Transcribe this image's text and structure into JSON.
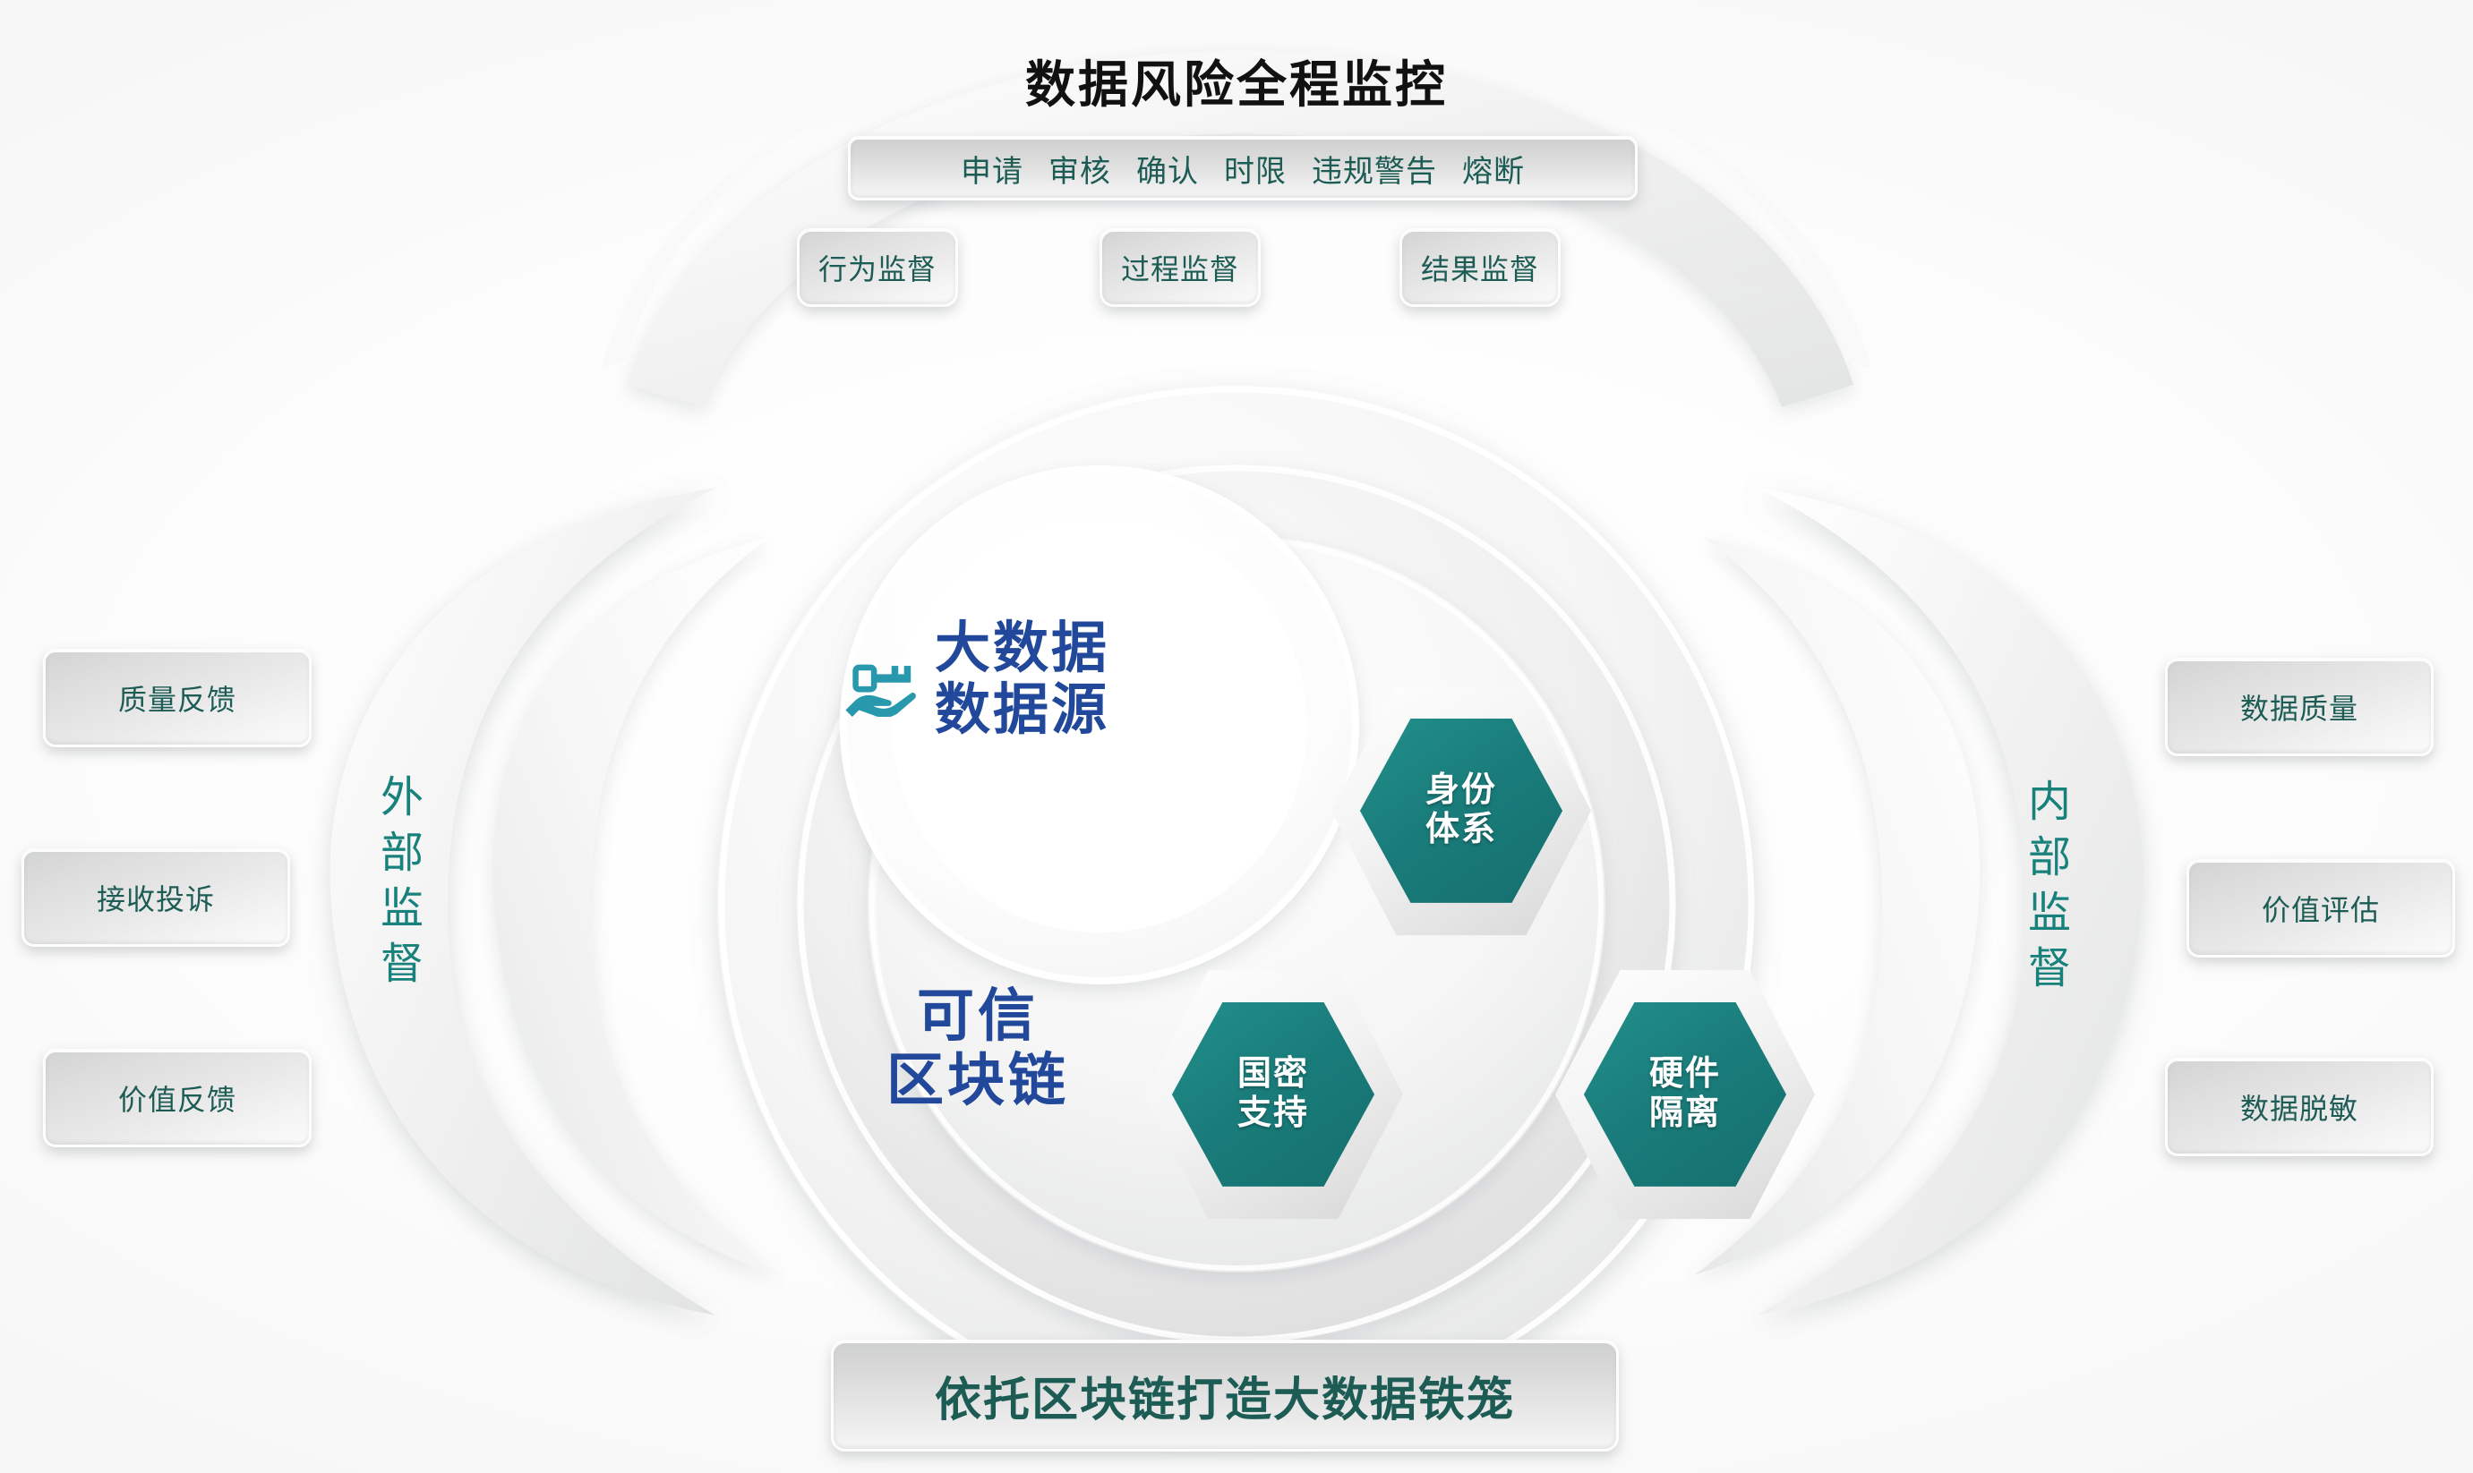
{
  "title": "数据风险全程监控",
  "tag_bar": {
    "tags": [
      "申请",
      "审核",
      "确认",
      "时限",
      "违规警告",
      "熔断"
    ]
  },
  "monitor_boxes": [
    {
      "label": "行为监督"
    },
    {
      "label": "过程监督"
    },
    {
      "label": "结果监督"
    }
  ],
  "left_side": {
    "vertical_label": "外部监督",
    "plates": [
      {
        "label": "质量反馈"
      },
      {
        "label": "接收投诉"
      },
      {
        "label": "价值反馈"
      }
    ]
  },
  "right_side": {
    "vertical_label": "内部监督",
    "plates": [
      {
        "label": "数据质量"
      },
      {
        "label": "价值评估"
      },
      {
        "label": "数据脱敏"
      }
    ]
  },
  "center": {
    "icon": "hand-holding-key-icon",
    "top_line_1": "大数据",
    "top_line_2": "数据源",
    "bottom_line_1": "可信",
    "bottom_line_2": "区块链"
  },
  "hexagons": [
    {
      "line1": "身份",
      "line2": "体系"
    },
    {
      "line1": "国密",
      "line2": "支持"
    },
    {
      "line1": "硬件",
      "line2": "隔离"
    }
  ],
  "bottom_banner": "依托区块链打造大数据铁笼",
  "colors": {
    "teal": "#19817c",
    "hex_fill": "#1a7d7b",
    "blue": "#21489a",
    "icon_cyan": "#2898ad",
    "plate_text": "#1d5c55",
    "title": "#111111"
  }
}
